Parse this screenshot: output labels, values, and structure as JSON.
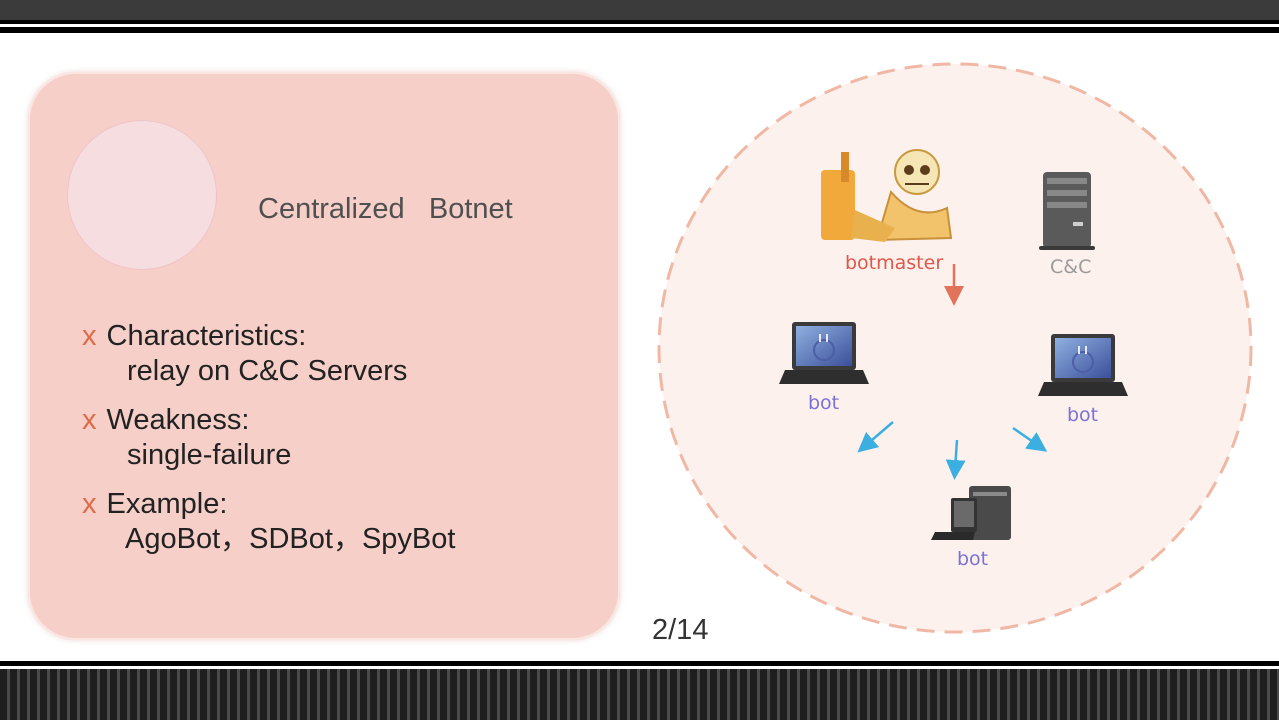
{
  "card": {
    "title": "Centralized   Botnet",
    "bullets": [
      {
        "marker": "x",
        "head": "Characteristics:",
        "detail": "relay on C&C Servers"
      },
      {
        "marker": "x",
        "head": "Weakness:",
        "detail": "single-failure"
      },
      {
        "marker": "x",
        "head": "Example:",
        "detail": "AgoBot，SDBot，SpyBot"
      }
    ]
  },
  "page_number": "2/14",
  "diagram": {
    "labels": {
      "botmaster": "botmaster",
      "cnc": "C&C",
      "bot_left": "bot",
      "bot_right": "bot",
      "bot_bottom": "bot"
    },
    "colors": {
      "botmaster_label": "#e0574a",
      "cnc_label": "#9a9a9a",
      "bot_label": "#7b72d6",
      "arrow_red": "#e0735a",
      "arrow_blue": "#3aafe0",
      "circle_fill": "#fdf1ee",
      "circle_border": "#f0b8a4"
    },
    "icons": [
      "hacker-skull-icon",
      "server-tower-icon",
      "laptop-icon",
      "laptop-icon",
      "desktop-computer-icon"
    ]
  }
}
